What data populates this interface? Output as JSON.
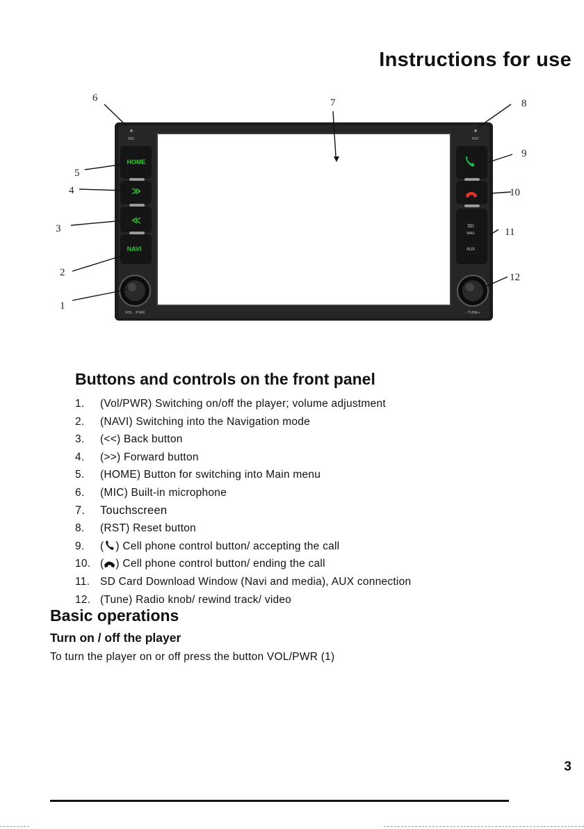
{
  "header": {
    "title": "Instructions for use"
  },
  "figure": {
    "callouts": [
      "1",
      "2",
      "3",
      "4",
      "5",
      "6",
      "7",
      "8",
      "9",
      "10",
      "11",
      "12"
    ],
    "device_labels": {
      "mic": "MIC",
      "rst": "RST",
      "home": "HOME",
      "forward": "≫",
      "back": "≪",
      "navi": "NAVI",
      "sd": "SD",
      "navi_small": "NAVI",
      "aux": "AUX",
      "vol": "VOL · PWR",
      "tune": "- TUNE+"
    },
    "colors": {
      "button_text": "#2ecc2e",
      "panel": "#1c1c1c",
      "screen": "#ffffff",
      "end_call": "#e0322f",
      "accept_call": "#22b14c"
    }
  },
  "section": {
    "heading": "Buttons and controls on the front panel",
    "items": [
      {
        "num": "1.",
        "text": "(Vol/PWR) Switching on/off the player; volume adjustment"
      },
      {
        "num": "2.",
        "text": "(NAVI) Switching into the Navigation mode"
      },
      {
        "num": "3.",
        "text": "(<<) Back button"
      },
      {
        "num": "4.",
        "text": "(>>) Forward button"
      },
      {
        "num": "5.",
        "text": "(HOME) Button for switching into Main menu"
      },
      {
        "num": "6.",
        "text": "(MIC) Built-in microphone"
      },
      {
        "num": "7.",
        "text": "Touchscreen"
      },
      {
        "num": "8.",
        "text": "(RST) Reset button"
      },
      {
        "num": "9.",
        "pre": "(",
        "text": ") Cell phone control button/ accepting the call",
        "icon": "phone-accept-icon"
      },
      {
        "num": "10.",
        "pre": "(",
        "text": ") Cell phone control button/ ending the call",
        "icon": "phone-hangup-icon"
      },
      {
        "num": "11.",
        "text": "SD Card Download Window (Navi and media), AUX connection"
      },
      {
        "num": "12.",
        "text": "(Tune) Radio knob/ rewind track/ video"
      }
    ]
  },
  "basic": {
    "heading": "Basic operations",
    "subheading": "Turn on / off the player",
    "text": "To turn the player on or off press the button VOL/PWR (1)"
  },
  "page_number": "3"
}
